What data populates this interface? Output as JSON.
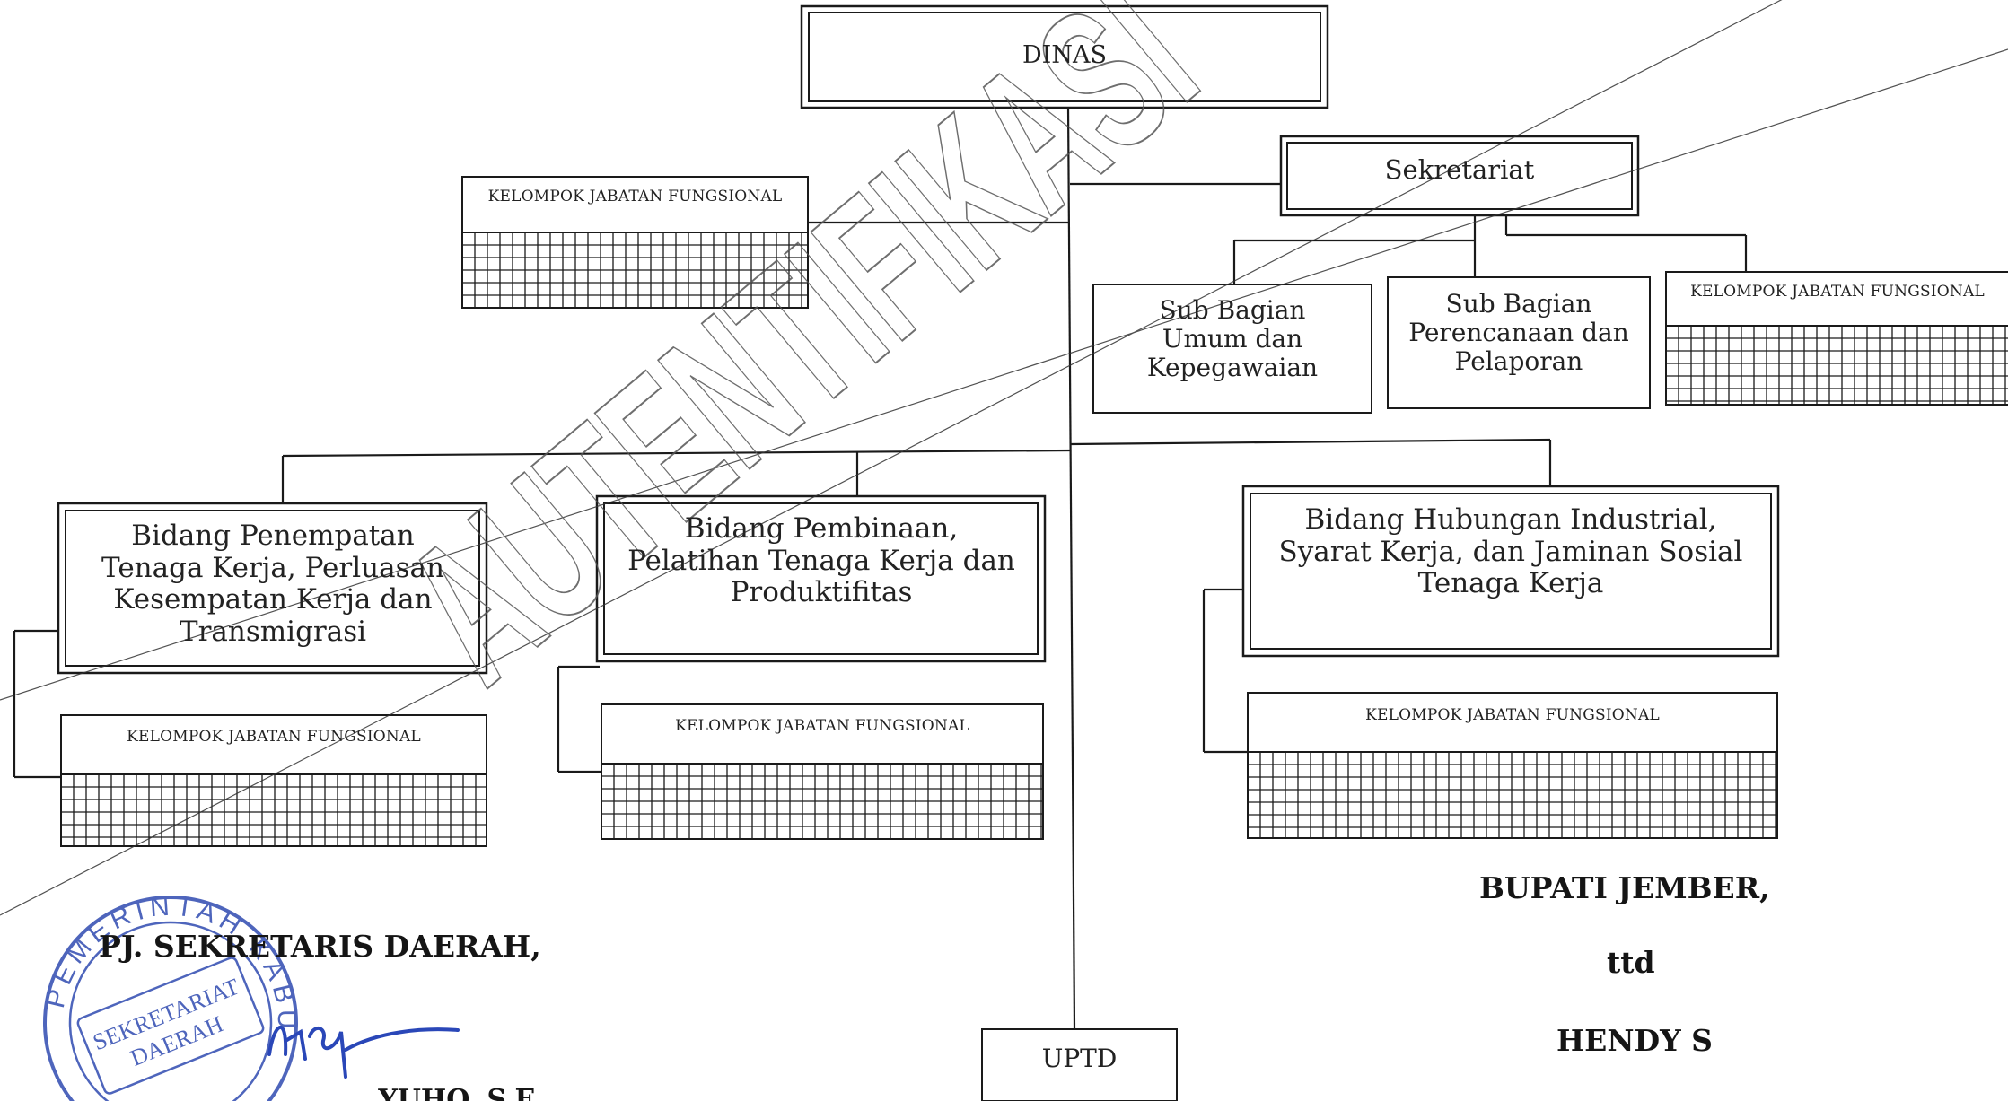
{
  "org_chart": {
    "head": "DINAS",
    "secretariat": "Sekretariat",
    "sub_parts": [
      "Sub Bagian Umum dan Kepegawaian",
      "Sub Bagian Perencanaan dan Pelaporan"
    ],
    "functional_group_label": "KELOMPOK JABATAN FUNGSIONAL",
    "divisions": [
      "Bidang Penempatan Tenaga Kerja, Perluasan Kesempatan Kerja dan Transmigrasi",
      "Bidang Pembinaan, Pelatihan Tenaga Kerja dan Produktifitas",
      "Bidang Hubungan Industrial, Syarat Kerja, dan Jaminan Sosial Tenaga Kerja"
    ],
    "unit": "UPTD"
  },
  "watermark": "AUTENTIFIKASI",
  "signatures": {
    "left_title": "PJ. SEKRETARIS DAERAH,",
    "left_name_partial": "...YUHO, S.E.",
    "right_title": "BUPATI JEMBER,",
    "right_ttd": "ttd",
    "right_name": "HENDY S"
  },
  "stamp_text": [
    "PEMERINTAH KABUPATEN",
    "SEKRETARIAT",
    "DAERAH"
  ],
  "colors": {
    "ink": "#1a1a1a",
    "stamp": "#3b55b5",
    "signature": "#2a47b8"
  }
}
